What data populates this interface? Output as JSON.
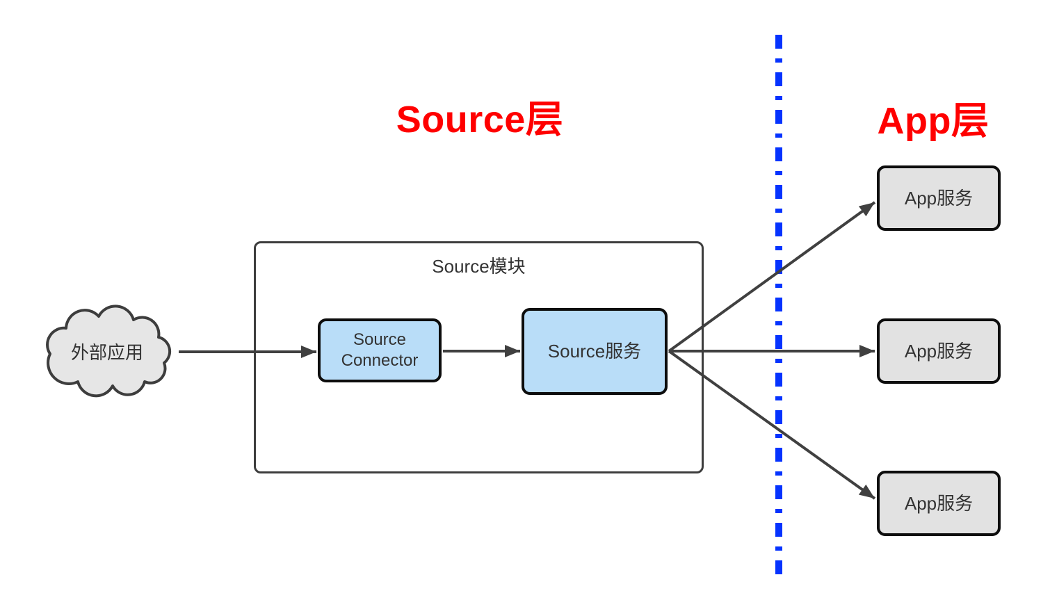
{
  "diagram": {
    "layer_titles": {
      "source": "Source层",
      "app": "App层"
    },
    "external_app": {
      "label": "外部应用"
    },
    "source_module": {
      "title": "Source模块"
    },
    "source_connector": {
      "label": "Source Connector"
    },
    "source_service": {
      "label": "Source服务"
    },
    "app_services": [
      {
        "label": "App服务"
      },
      {
        "label": "App服务"
      },
      {
        "label": "App服务"
      }
    ]
  },
  "colors": {
    "layer_title_red": "#FF0000",
    "node_blue_fill": "#B9DDF8",
    "node_gray_fill": "#E2E2E2",
    "cloud_gray_fill": "#E6E6E6",
    "divider_blue": "#0533FF",
    "connector_dark": "#404040",
    "text_dark": "#333333"
  }
}
